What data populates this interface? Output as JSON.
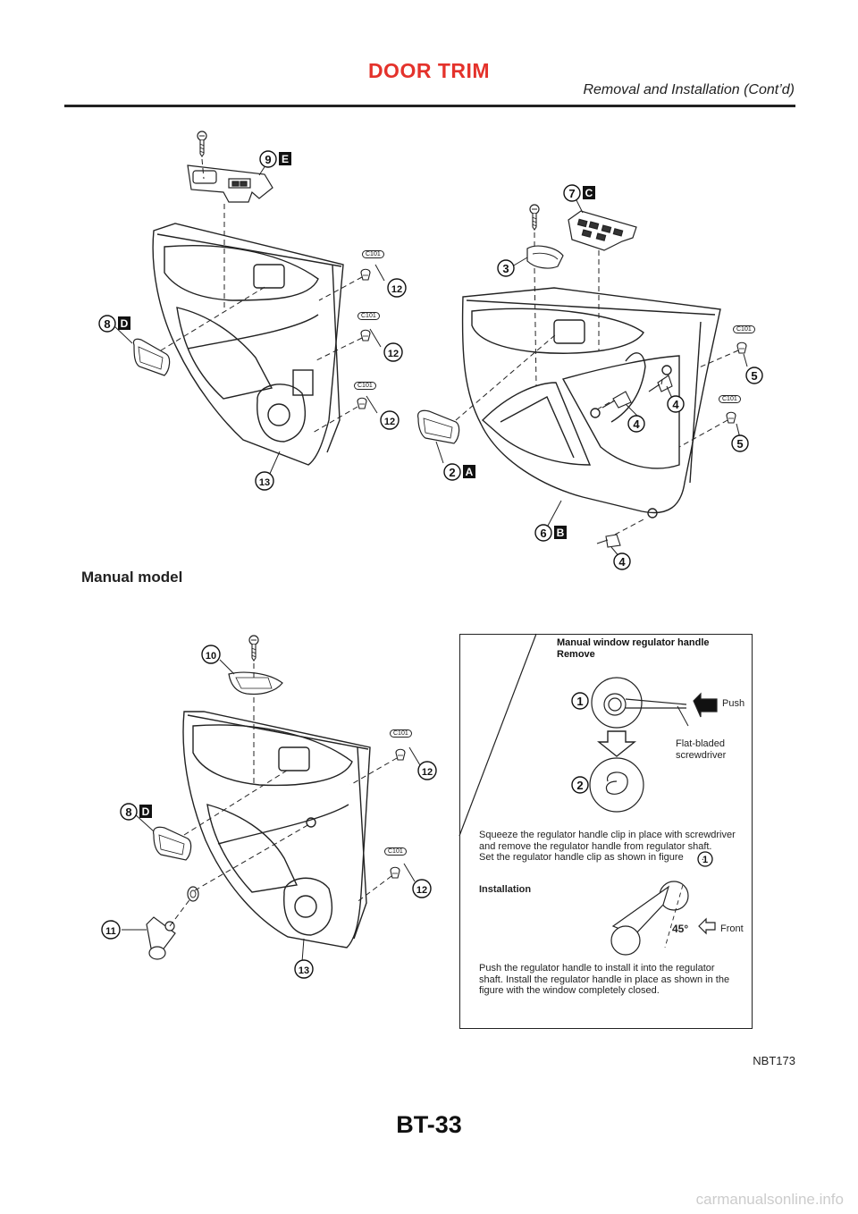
{
  "header": {
    "title": "DOOR TRIM",
    "subtitle": "Removal and Installation (Cont’d)"
  },
  "section": {
    "manual_label": "Manual model"
  },
  "inset": {
    "heading_line1": "Manual window regulator handle",
    "heading_line2": "Remove",
    "push": "Push",
    "tool_line1": "Flat-bladed",
    "tool_line2": "screwdriver",
    "remove_text_1": "Squeeze the regulator handle clip in place with screwdriver",
    "remove_text_2": "and remove the regulator handle from regulator shaft.",
    "remove_text_3": "Set the regulator handle clip as shown in figure",
    "installation": "Installation",
    "angle": "45°",
    "front": "Front",
    "install_text_1": "Push the regulator handle to install it into the regulator",
    "install_text_2": "shaft. Install the regulator handle in place as shown in the",
    "install_text_3": "figure with the window completely closed."
  },
  "clip_code": "C101",
  "figure_code": "NBT173",
  "page_number": "BT-33",
  "watermark": "carmanualsonline.info"
}
